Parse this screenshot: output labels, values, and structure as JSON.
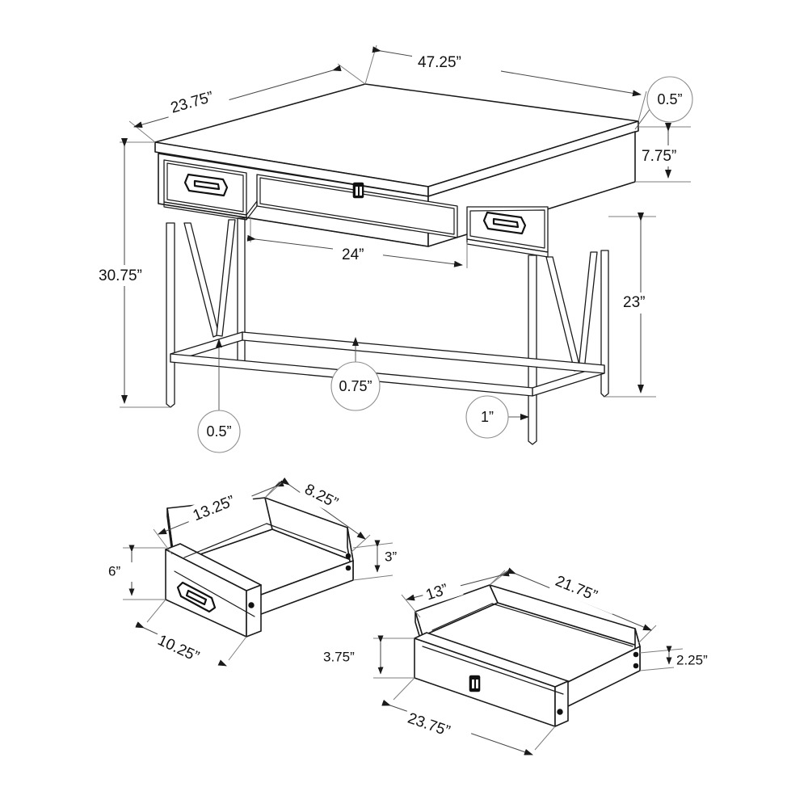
{
  "document": {
    "type": "dimensioned-assembly-drawing",
    "subject": "writing desk with two drawers",
    "background_color": "#ffffff",
    "line_color": "#1a1a1a",
    "dimension_line_color": "#4a4a4a",
    "unit_symbol": "”"
  },
  "views": [
    {
      "id": "main-desk",
      "name": "desk-assembly-view"
    },
    {
      "id": "small-drawer",
      "name": "small-drawer-detail-view"
    },
    {
      "id": "large-drawer",
      "name": "large-drawer-detail-view"
    }
  ],
  "desk_dimensions": {
    "width": "47.25”",
    "depth": "23.75”",
    "height": "30.75”",
    "top_thickness": "0.5”",
    "apron_height": "7.75”",
    "leg_height": "23”",
    "knee_clearance_width": "24”",
    "stretcher_thickness": "0.75”",
    "brace_thickness": "0.5”",
    "leg_post_width": "1”"
  },
  "small_drawer_dimensions": {
    "outer_width": "13.25”",
    "inner_depth": "8.25”",
    "side_height": "3”",
    "front_height": "6”",
    "front_width": "10.25”"
  },
  "large_drawer_dimensions": {
    "side_depth": "13”",
    "inner_width": "21.75”",
    "front_height": "3.75”",
    "front_width": "23.75”",
    "side_height": "2.25”"
  },
  "labels": {
    "width_47_25": "47.25”",
    "depth_23_75": "23.75”",
    "height_30_75": "30.75”",
    "top_thickness_0_5": "0.5”",
    "apron_7_75": "7.75”",
    "leg_23": "23”",
    "knee_24": "24”",
    "stretcher_0_75": "0.75”",
    "brace_0_5": "0.5”",
    "post_1": "1”",
    "sd_13_25": "13.25”",
    "sd_8_25": "8.25”",
    "sd_3": "3”",
    "sd_6": "6”",
    "sd_10_25": "10.25”",
    "ld_13": "13”",
    "ld_21_75": "21.75”",
    "ld_3_75": "3.75”",
    "ld_23_75": "23.75”",
    "ld_2_25": "2.25”"
  },
  "hardware": {
    "handle_style": "recessed-cup-pull",
    "handle_count_desk": 2,
    "handle_count_detail": 1,
    "lock_icon_count": 2
  }
}
